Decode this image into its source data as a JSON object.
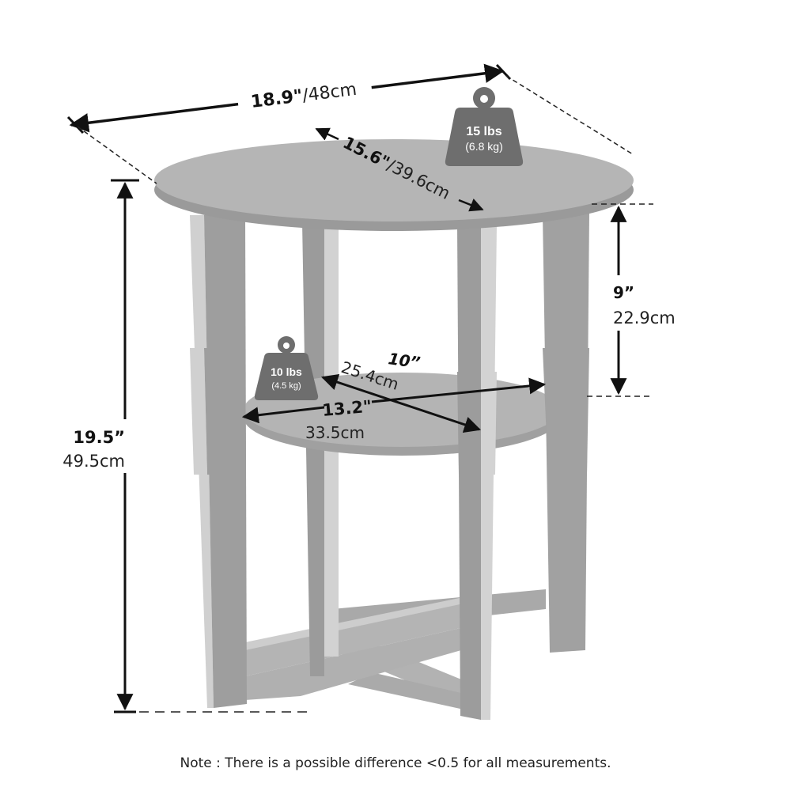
{
  "diagram": {
    "subject": "Round end table with lower shelf and X-base",
    "colors": {
      "table_top": "#b3b3b3",
      "table_edge": "#9a9a9a",
      "leg_dark": "#9d9d9d",
      "leg_light": "#d0d0d0",
      "base": "#b0b0b0",
      "weight_badge": "#6e6e6e",
      "arrow": "#111111"
    },
    "dimensions": {
      "overall_width": {
        "inches": "18.9\"",
        "cm": "/48cm"
      },
      "top_diameter": {
        "inches": "15.6\"",
        "cm": "/39.6cm"
      },
      "total_height": {
        "inches": "19.5”",
        "cm": "49.5cm"
      },
      "shelf_clearance": {
        "inches": "9”",
        "cm": "22.9cm"
      },
      "shelf_depth": {
        "inches": "10”",
        "cm": "25.4cm"
      },
      "shelf_width": {
        "inches": "13.2\"",
        "cm": "33.5cm"
      }
    },
    "weights": {
      "top": {
        "lbs": "15 lbs",
        "kg": "(6.8 kg)"
      },
      "shelf": {
        "lbs": "10 lbs",
        "kg": "(4.5 kg)"
      }
    },
    "note": "Note : There is a possible difference <0.5 for all measurements."
  }
}
